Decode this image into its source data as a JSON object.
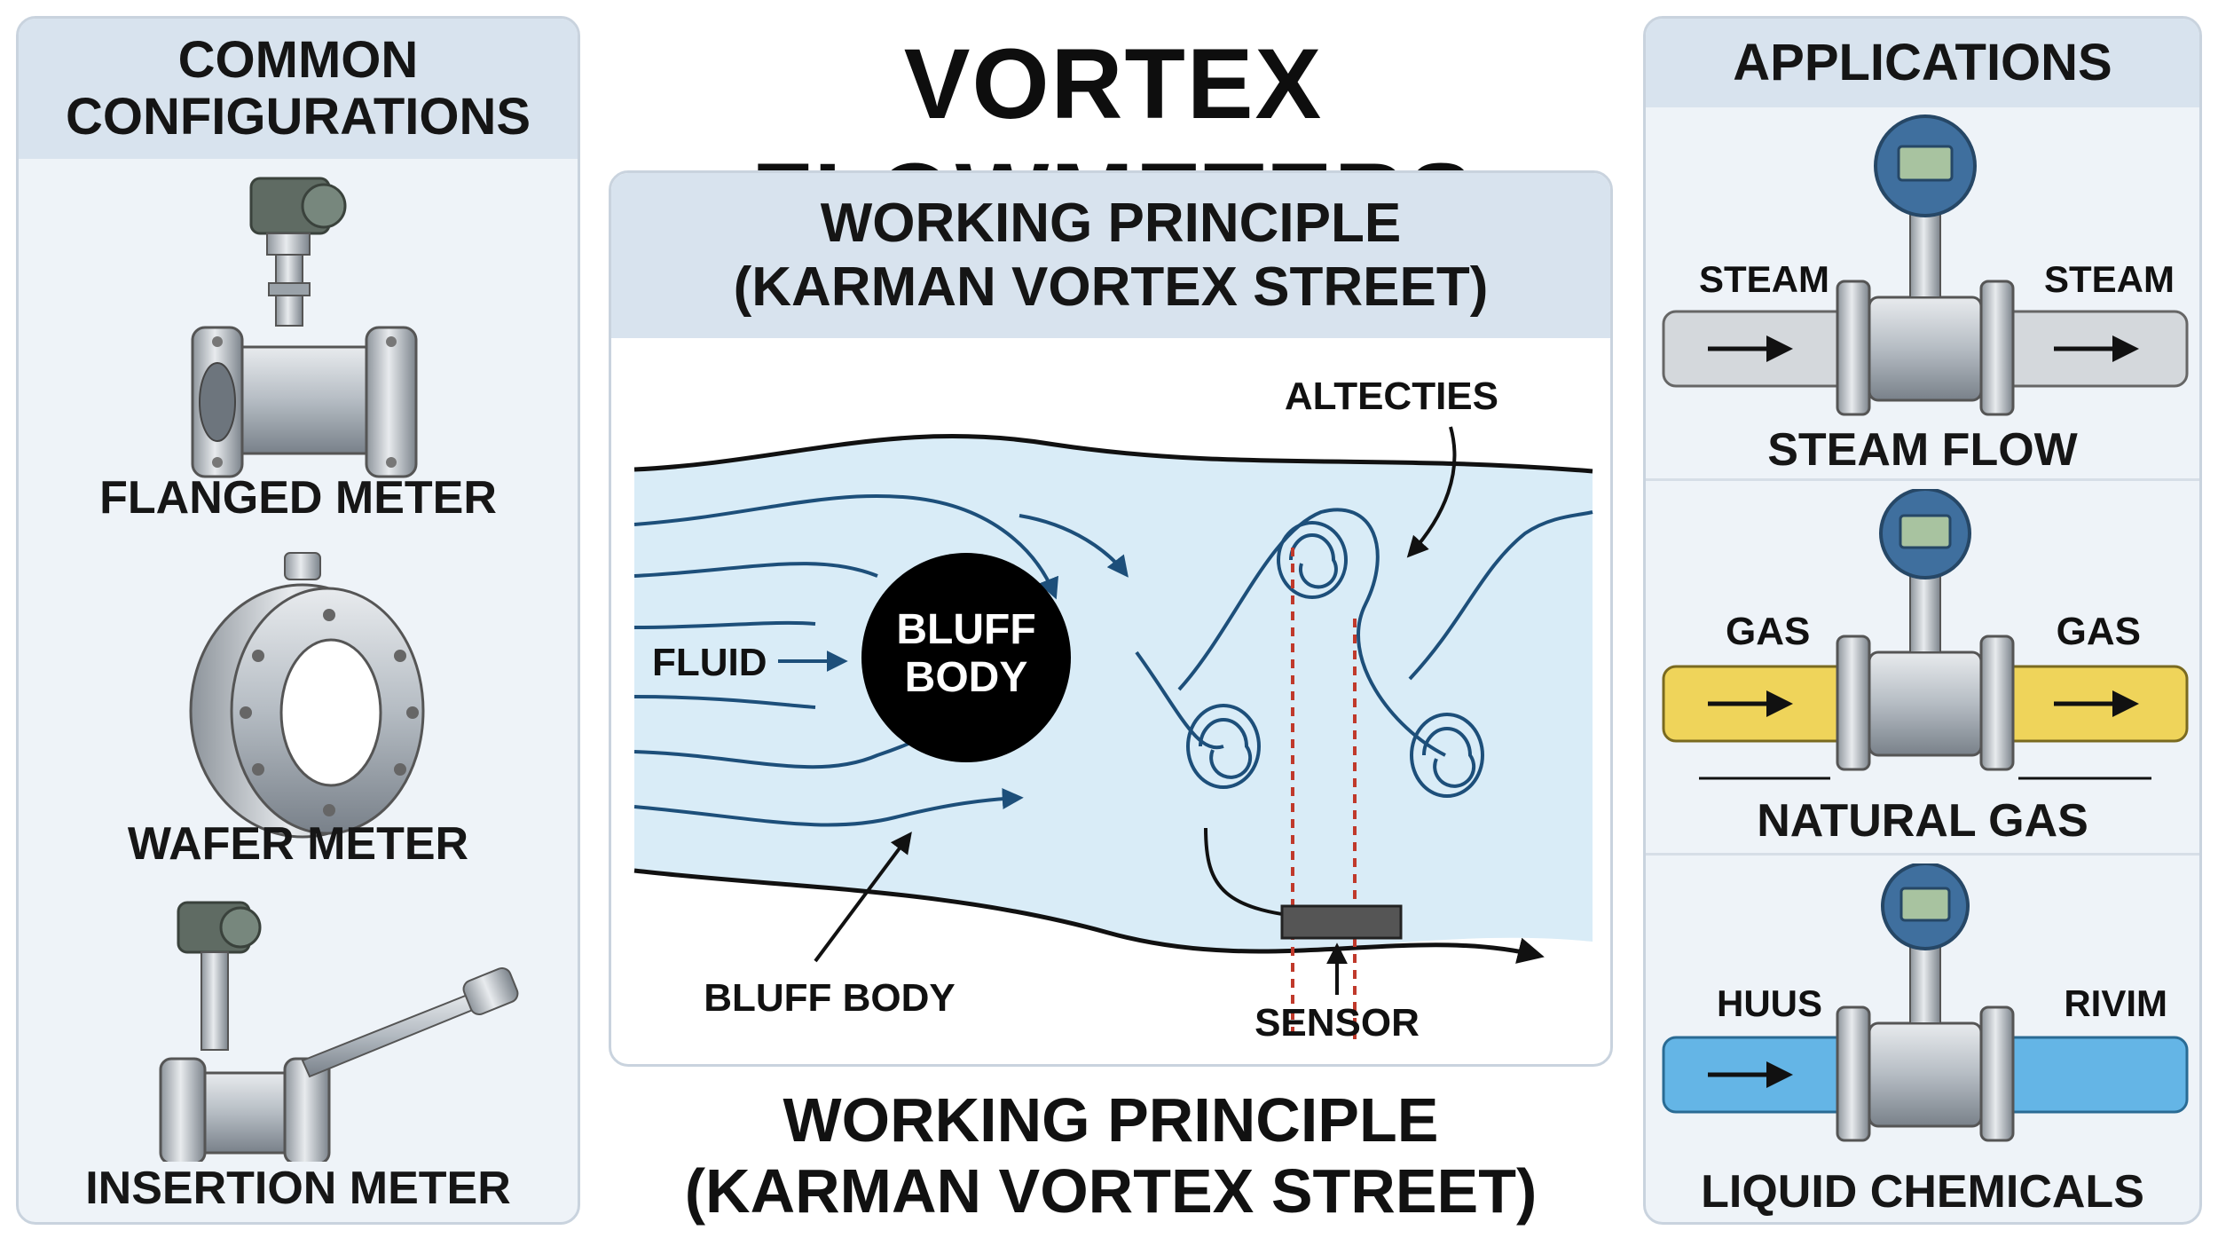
{
  "title": "VORTEX FLOWMETERS",
  "left_panel": {
    "header_line1": "COMMON",
    "header_line2": "CONFIGURATIONS",
    "items": [
      {
        "label": "FLANGED METER"
      },
      {
        "label": "WAFER METER"
      },
      {
        "label": "INSERTION METER"
      }
    ]
  },
  "center_panel": {
    "header_line1": "WORKING PRINCIPLE",
    "header_line2": "(KARMAN VORTEX STREET)",
    "labels": {
      "fluid": "FLUID",
      "bluff_body_line1": "BLUFF",
      "bluff_body_line2": "BODY",
      "bluff_body_pointer": "BLUFF BODY",
      "vortices": "ALTECTIES",
      "sensor": "SENSOR"
    }
  },
  "bottom_title": {
    "line1": "WORKING PRINCIPLE",
    "line2": "(KARMAN VORTEX STREET)"
  },
  "right_panel": {
    "header": "APPLICATIONS",
    "apps": [
      {
        "name": "STEAM FLOW",
        "in_label": "STEAM",
        "out_label": "STEAM",
        "pipe_color": "#d4d8dc"
      },
      {
        "name": "NATURAL GAS",
        "in_label": "GAS",
        "out_label": "GAS",
        "pipe_color": "#efd45a"
      },
      {
        "name": "LIQUID CHEMICALS",
        "in_label": "HUUS",
        "out_label": "RIVIM",
        "pipe_color": "#64b5e6"
      }
    ]
  },
  "colors": {
    "panel_bg": "#eef3f8",
    "header_bg": "#d8e3ee",
    "fluid_fill": "#d9ecf7",
    "streamline": "#1d4f7a",
    "sensor_line": "#c0392b"
  }
}
